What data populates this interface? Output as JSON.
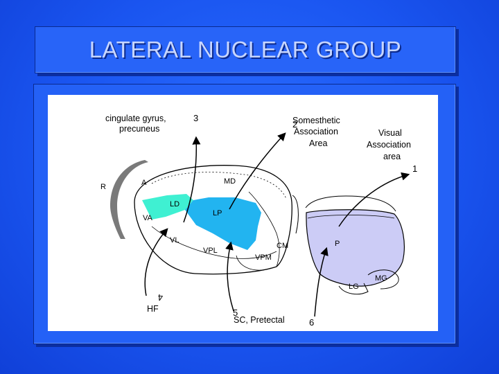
{
  "slide": {
    "title": "LATERAL NUCLEAR GROUP"
  },
  "diagram": {
    "targets": {
      "cingulate_line1": "cingulate gyrus,",
      "cingulate_line2": "precuneus",
      "somesthetic_line1": "Somesthetic",
      "somesthetic_line2": "Association",
      "somesthetic_line3": "Area",
      "visual_line1": "Visual",
      "visual_line2": "Association",
      "visual_line3": "area"
    },
    "sources": {
      "hf": "HF",
      "sc": "SC, Pretectal"
    },
    "pathway_numbers": {
      "n1": "1",
      "n2": "2",
      "n3": "3",
      "n4": "4",
      "n5": "5",
      "n6": "6"
    },
    "nuclei": {
      "R": "R",
      "A": "A",
      "MD": "MD",
      "LD": "LD",
      "VA": "VA",
      "LP": "LP",
      "VL": "VL",
      "VPL": "VPL",
      "CM": "CM",
      "VPM": "VPM",
      "P": "P",
      "LG": "LG",
      "MG": "MG"
    },
    "colors": {
      "LD": "#3ff0d2",
      "LP": "#22b4f0",
      "pulvinar": "#ccccf6",
      "reticular": "#7a7a7a"
    }
  }
}
